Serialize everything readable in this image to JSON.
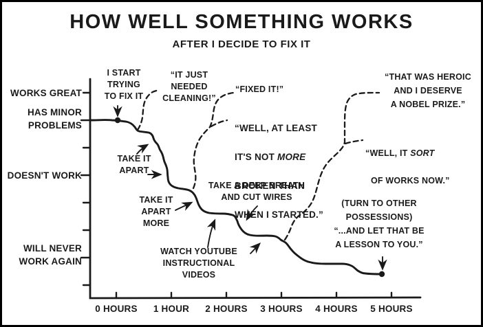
{
  "header": {
    "title": "HOW WELL SOMETHING WORKS",
    "subtitle": "AFTER I DECIDE TO FIX IT"
  },
  "colors": {
    "ink": "#1a1a1a",
    "background": "#ffffff"
  },
  "y_axis": {
    "labels": [
      {
        "label": "WORKS GREAT"
      },
      {
        "label": "HAS MINOR\nPROBLEMS"
      },
      {
        "label": "DOESN'T WORK"
      },
      {
        "label": "WILL NEVER\nWORK AGAIN"
      }
    ]
  },
  "x_axis": {
    "ticks": [
      {
        "label": "0 HOURS"
      },
      {
        "label": "1 HOUR"
      },
      {
        "label": "2 HOURS"
      },
      {
        "label": "3 HOURS"
      },
      {
        "label": "4 HOURS"
      },
      {
        "label": "5 HOURS"
      }
    ]
  },
  "annotations": {
    "i_start": "I START\nTRYING\nTO FIX IT",
    "just_cleaning": "“IT JUST\nNEEDED\nCLEANING!”",
    "fixed_it": "“FIXED IT!”",
    "well_at_least": {
      "l1": "“WELL, AT LEAST",
      "l2a": "IT'S NOT ",
      "l2b": "MORE",
      "l3": "BROKEN THAN",
      "l4": "WHEN I STARTED.”"
    },
    "take_apart": "TAKE IT\nAPART",
    "take_apart_more": "TAKE IT\nAPART\nMORE",
    "deep_breath": "TAKE A DEEP BREATH\nAND CUT WIRES",
    "youtube": "WATCH YOUTUBE\nINSTRUCTIONAL VIDEOS",
    "heroic": "“THAT WAS HEROIC\nAND I DESERVE\nA NOBEL PRIZE.”",
    "well_sort": {
      "l1a": "“WELL, IT ",
      "l1b": "SORT",
      "l2": "OF WORKS NOW.”"
    },
    "lesson": "(TURN TO OTHER\nPOSSESSIONS)\n“...AND LET THAT BE\nA LESSON TO YOU.”"
  },
  "chart_data": {
    "type": "line",
    "title": "HOW WELL SOMETHING WORKS",
    "subtitle": "AFTER I DECIDE TO FIX IT",
    "x_ticks": [
      "0 HOURS",
      "1 HOUR",
      "2 HOURS",
      "3 HOURS",
      "4 HOURS",
      "5 HOURS"
    ],
    "y_tick_labels_top_to_bottom": [
      "WORKS GREAT",
      "HAS MINOR PROBLEMS",
      "DOESN'T WORK",
      "WILL NEVER WORK AGAIN"
    ],
    "y_scale_note": "qualitative scale: 3=WORKS GREAT, 2=HAS MINOR PROBLEMS, 1=DOESN'T WORK, 0=WILL NEVER WORK AGAIN",
    "xlim_hours": [
      -0.5,
      5.3
    ],
    "grid": false,
    "legend": "none",
    "series": [
      {
        "name": "actual condition (solid stepped line)",
        "style": "solid",
        "points_hours_level": [
          [
            -0.5,
            2.0
          ],
          [
            0,
            2.0
          ],
          [
            0.4,
            1.8
          ],
          [
            0.6,
            1.75
          ],
          [
            0.95,
            1.0
          ],
          [
            1.3,
            0.85
          ],
          [
            1.7,
            0.55
          ],
          [
            2.1,
            0.5
          ],
          [
            2.4,
            0.3
          ],
          [
            2.9,
            0.25
          ],
          [
            3.2,
            0.1
          ],
          [
            3.55,
            0.02
          ],
          [
            4.2,
            0.02
          ],
          [
            4.6,
            0.0
          ],
          [
            4.85,
            0.0
          ]
        ]
      }
    ],
    "dashed_branches": [
      {
        "from_hour": 0.4,
        "from_level": 1.8,
        "to_level": 2.95,
        "label": "“IT JUST NEEDED CLEANING!”"
      },
      {
        "from_hour": 1.4,
        "from_level": 0.85,
        "forks": [
          {
            "to_level": 3.0,
            "label": "“FIXED IT!”"
          },
          {
            "to_level": 2.4,
            "label": "“WELL, AT LEAST IT'S NOT MORE BROKEN THAN WHEN I STARTED.”"
          }
        ]
      },
      {
        "from_hour": 3.05,
        "from_level": 0.25,
        "forks": [
          {
            "to_level": 3.0,
            "label": "“THAT WAS HEROIC AND I DESERVE A NOBEL PRIZE.”"
          },
          {
            "to_level": 2.1,
            "label": "“WELL, IT SORT OF WORKS NOW.”"
          }
        ]
      }
    ],
    "point_markers": [
      {
        "hour": 0,
        "level": 2.0,
        "label": "I START TRYING TO FIX IT"
      },
      {
        "hour": 4.85,
        "level": 0.0,
        "label": "“...AND LET THAT BE A LESSON TO YOU.” (TURN TO OTHER POSSESSIONS)"
      }
    ],
    "curve_annotations": [
      {
        "hour": 0.6,
        "label": "TAKE IT APART"
      },
      {
        "hour": 1.45,
        "label": "TAKE IT APART MORE"
      },
      {
        "hour": 2.25,
        "label": "TAKE A DEEP BREATH AND CUT WIRES"
      },
      {
        "hour": 2.2,
        "label": "WATCH YOUTUBE INSTRUCTIONAL VIDEOS"
      }
    ]
  }
}
